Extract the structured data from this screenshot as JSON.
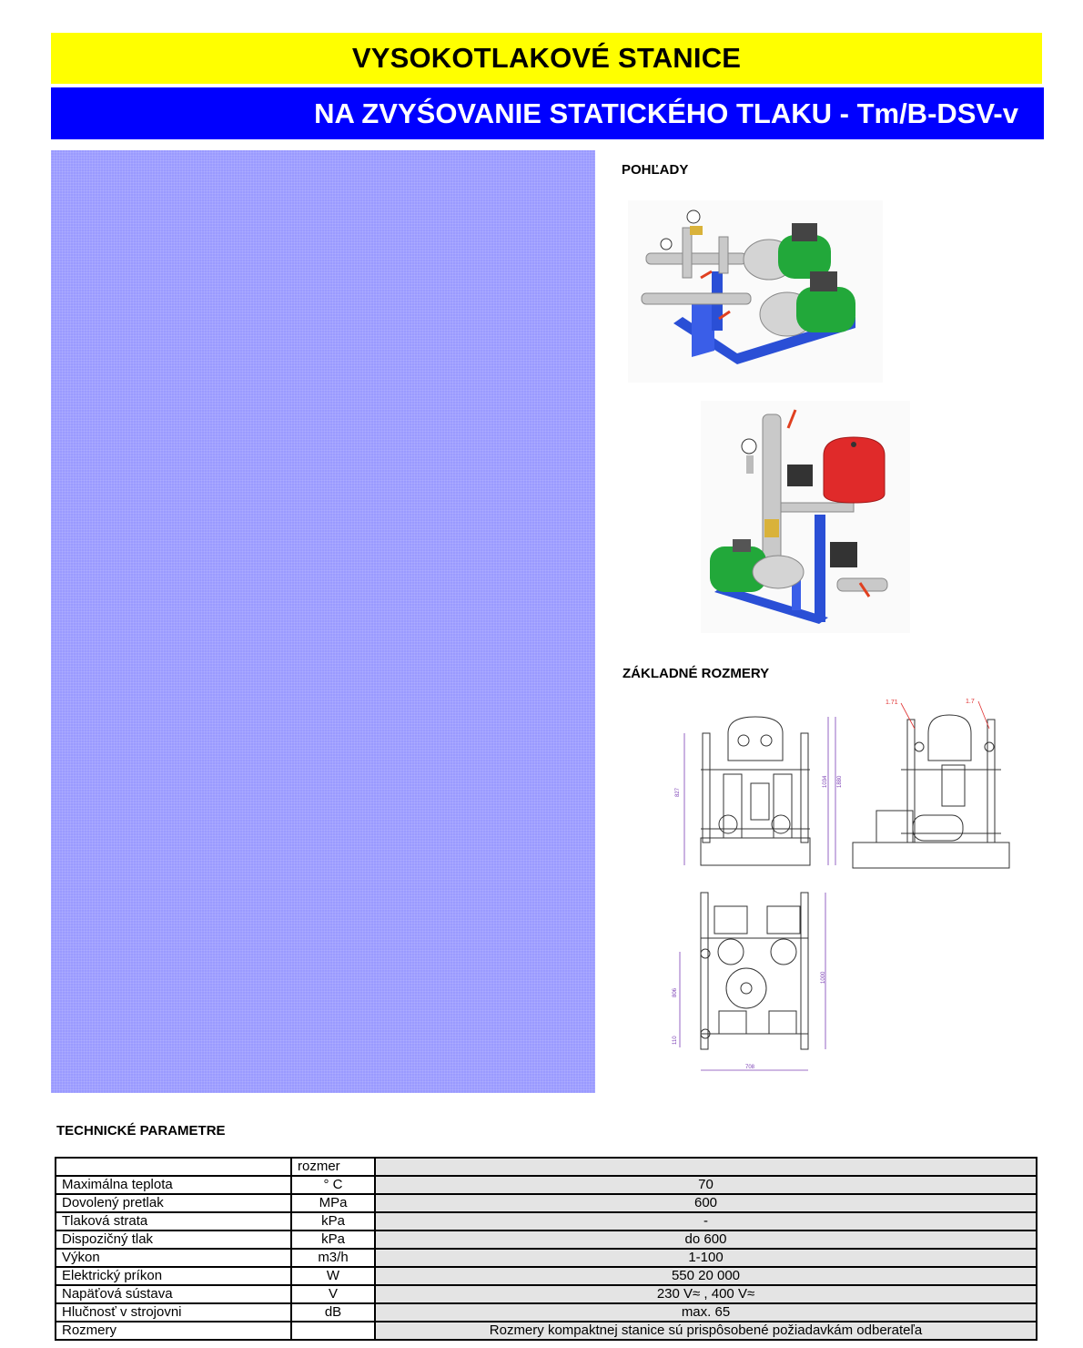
{
  "header": {
    "title": "VYSOKOTLAKOVÉ STANICE",
    "subtitle": "NA ZVYŚOVANIE STATICKÉHO TLAKU - Tm/B-DSV-v"
  },
  "sections": {
    "views": "POHĽADY",
    "dimensions": "ZÁKLADNÉ ROZMERY",
    "technical": "TECHNICKÉ PARAMETRE"
  },
  "drawing_labels": {
    "side_left_a": "1.71",
    "side_left_b": "1.7",
    "dim_height_1": "827",
    "dim_height_2": "1880",
    "dim_height_3": "1034",
    "dim_depth": "1000",
    "dim_plan_1": "806",
    "dim_plan_2": "110",
    "dim_width": "708"
  },
  "colors": {
    "yellow": "#ffff00",
    "blue": "#0000ff",
    "panel": "#9a9aff",
    "cell_gray": "#e4e4e4"
  },
  "table": {
    "header": {
      "param": "",
      "unit": "rozmer",
      "value": ""
    },
    "rows": [
      {
        "param": "Maximálna teplota",
        "unit": "° C",
        "value": "70"
      },
      {
        "param": "Dovolený pretlak",
        "unit": "MPa",
        "value": "600"
      },
      {
        "param": "Tlaková strata",
        "unit": "kPa",
        "value": "-"
      },
      {
        "param": "Dispozičný tlak",
        "unit": "kPa",
        "value": "do 600"
      },
      {
        "param": "Výkon",
        "unit": "m3/h",
        "value": "1-100"
      },
      {
        "param": "Elektrický príkon",
        "unit": "W",
        "value": "550 20 000"
      },
      {
        "param": "Napäťová sústava",
        "unit": "V",
        "value": "230 V≈ , 400 V≈"
      },
      {
        "param": "Hlučnosť v strojovni",
        "unit": "dB",
        "value": "max. 65"
      },
      {
        "param": "Rozmery",
        "unit": "",
        "value": "Rozmery kompaktnej stanice sú prispôsobené požiadavkám odberateľa"
      }
    ]
  }
}
